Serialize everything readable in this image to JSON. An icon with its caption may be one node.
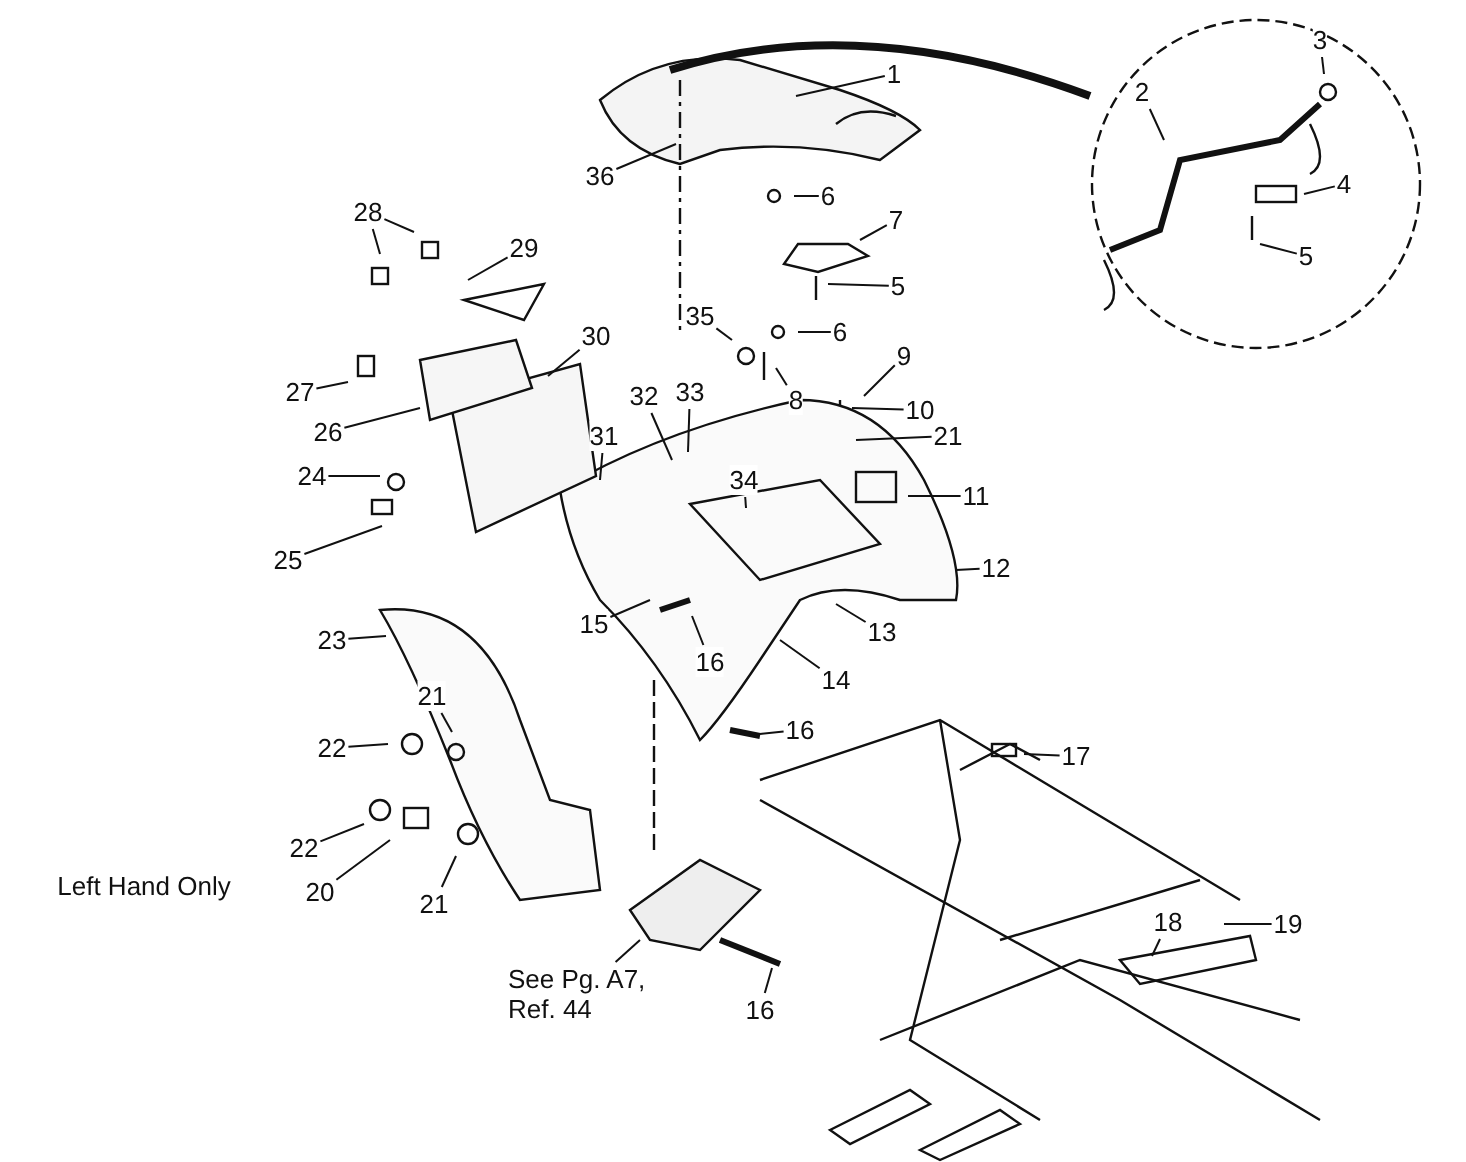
{
  "diagram": {
    "nodes": [
      {
        "text": [
          "1"
        ]
      },
      {
        "text": [
          "2"
        ]
      },
      {
        "text": [
          "3"
        ]
      },
      {
        "text": [
          "4"
        ]
      },
      {
        "text": [
          "5"
        ]
      },
      {
        "text": [
          "36"
        ]
      },
      {
        "text": [
          "6"
        ]
      },
      {
        "text": [
          "7"
        ]
      },
      {
        "text": [
          "5"
        ]
      },
      {
        "text": [
          "6"
        ]
      },
      {
        "text": [
          "35"
        ]
      },
      {
        "text": [
          "29"
        ]
      },
      {
        "text": [
          "28"
        ]
      },
      {
        "text": [
          "8"
        ]
      },
      {
        "text": [
          "30"
        ]
      },
      {
        "text": [
          "9"
        ]
      },
      {
        "text": [
          "27"
        ]
      },
      {
        "text": [
          "10"
        ]
      },
      {
        "text": [
          "32"
        ]
      },
      {
        "text": [
          "33"
        ]
      },
      {
        "text": [
          "26"
        ]
      },
      {
        "text": [
          "31"
        ]
      },
      {
        "text": [
          "21"
        ]
      },
      {
        "text": [
          "34"
        ]
      },
      {
        "text": [
          "24"
        ]
      },
      {
        "text": [
          "11"
        ]
      },
      {
        "text": [
          "25"
        ]
      },
      {
        "text": [
          "12"
        ]
      },
      {
        "text": [
          "15"
        ]
      },
      {
        "text": [
          "23"
        ]
      },
      {
        "text": [
          "13"
        ]
      },
      {
        "text": [
          "16"
        ]
      },
      {
        "text": [
          "14"
        ]
      },
      {
        "text": [
          "21"
        ]
      },
      {
        "text": [
          "22"
        ]
      },
      {
        "text": [
          "16"
        ]
      },
      {
        "text": [
          "17"
        ]
      },
      {
        "text": [
          "22"
        ]
      },
      {
        "text": [
          "20"
        ]
      },
      {
        "text": [
          "21"
        ]
      },
      {
        "text": [
          "18"
        ]
      },
      {
        "text": [
          "19"
        ]
      },
      {
        "text": [
          "See Pg. A7, Ref. 44"
        ]
      },
      {
        "text": [
          "16"
        ]
      }
    ],
    "edges": [
      {
        "from": 0,
        "to": null,
        "arrow": "none"
      },
      {
        "from": 1,
        "to": null,
        "arrow": "none"
      },
      {
        "from": 2,
        "to": null,
        "arrow": "none"
      },
      {
        "from": 3,
        "to": null,
        "arrow": "none"
      },
      {
        "from": 4,
        "to": null,
        "arrow": "none"
      },
      {
        "from": 5,
        "to": null,
        "arrow": "none"
      },
      {
        "from": 6,
        "to": null,
        "arrow": "none"
      },
      {
        "from": 7,
        "to": null,
        "arrow": "none"
      },
      {
        "from": 8,
        "to": null,
        "arrow": "none"
      },
      {
        "from": 9,
        "to": null,
        "arrow": "none"
      },
      {
        "from": 10,
        "to": null,
        "arrow": "none"
      },
      {
        "from": 11,
        "to": null,
        "arrow": "none"
      },
      {
        "from": 12,
        "to": null,
        "arrow": "none"
      },
      {
        "from": 12,
        "to": null,
        "arrow": "none"
      },
      {
        "from": 13,
        "to": null,
        "arrow": "none"
      },
      {
        "from": 14,
        "to": null,
        "arrow": "none"
      },
      {
        "from": 15,
        "to": null,
        "arrow": "none"
      },
      {
        "from": 16,
        "to": null,
        "arrow": "none"
      },
      {
        "from": 17,
        "to": null,
        "arrow": "none"
      },
      {
        "from": 18,
        "to": null,
        "arrow": "none"
      },
      {
        "from": 19,
        "to": null,
        "arrow": "none"
      },
      {
        "from": 20,
        "to": null,
        "arrow": "none"
      },
      {
        "from": 21,
        "to": null,
        "arrow": "none"
      },
      {
        "from": 22,
        "to": null,
        "arrow": "none"
      },
      {
        "from": 23,
        "to": null,
        "arrow": "none"
      },
      {
        "from": 24,
        "to": null,
        "arrow": "none"
      },
      {
        "from": 25,
        "to": null,
        "arrow": "none"
      },
      {
        "from": 26,
        "to": null,
        "arrow": "none"
      },
      {
        "from": 27,
        "to": null,
        "arrow": "none"
      },
      {
        "from": 28,
        "to": null,
        "arrow": "none"
      },
      {
        "from": 29,
        "to": null,
        "arrow": "none"
      },
      {
        "from": 30,
        "to": null,
        "arrow": "none"
      },
      {
        "from": 31,
        "to": null,
        "arrow": "none"
      },
      {
        "from": 32,
        "to": null,
        "arrow": "none"
      },
      {
        "from": 33,
        "to": null,
        "arrow": "none"
      },
      {
        "from": 34,
        "to": null,
        "arrow": "none"
      },
      {
        "from": 35,
        "to": null,
        "arrow": "none"
      },
      {
        "from": 36,
        "to": null,
        "arrow": "none"
      },
      {
        "from": 37,
        "to": null,
        "arrow": "none"
      },
      {
        "from": 38,
        "to": null,
        "arrow": "none"
      },
      {
        "from": 39,
        "to": null,
        "arrow": "none"
      },
      {
        "from": 40,
        "to": null,
        "arrow": "none"
      },
      {
        "from": 41,
        "to": null,
        "arrow": "none"
      },
      {
        "from": 42,
        "to": null,
        "arrow": "none"
      },
      {
        "from": 43,
        "to": null,
        "arrow": "none"
      }
    ],
    "labels": [
      "Left Hand Only"
    ]
  }
}
